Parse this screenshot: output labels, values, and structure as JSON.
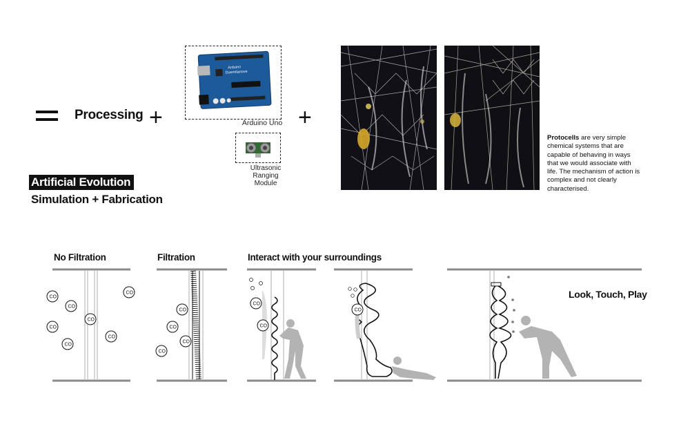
{
  "header": {
    "processing": "Processing",
    "arduino_caption": "Arduino Uno",
    "ultrasonic_caption_lines": [
      "Ultrasonic",
      "Ranging",
      "Module"
    ],
    "board_lines": [
      "Arduino",
      "Duemilanove"
    ],
    "protocells_bold": "Protocells",
    "protocells_text": "are very simple chemical systems that are capable of behaving in ways that we would associate with life. The mechanism of action is complex and not clearly characterised."
  },
  "titles": {
    "artificial_evolution": "Artificial Evolution",
    "simulation_fabrication": "Simulation + Fabrication"
  },
  "panels": {
    "no_filtration": "No Filtration",
    "filtration": "Filtration",
    "interact": "Interact with your surroundings",
    "look_touch_play": "Look, Touch, Play"
  },
  "co2_label": "CO2",
  "colors": {
    "line_gray": "#8a8a8a",
    "figure_gray": "#b3b3b3",
    "ink": "#111111"
  }
}
